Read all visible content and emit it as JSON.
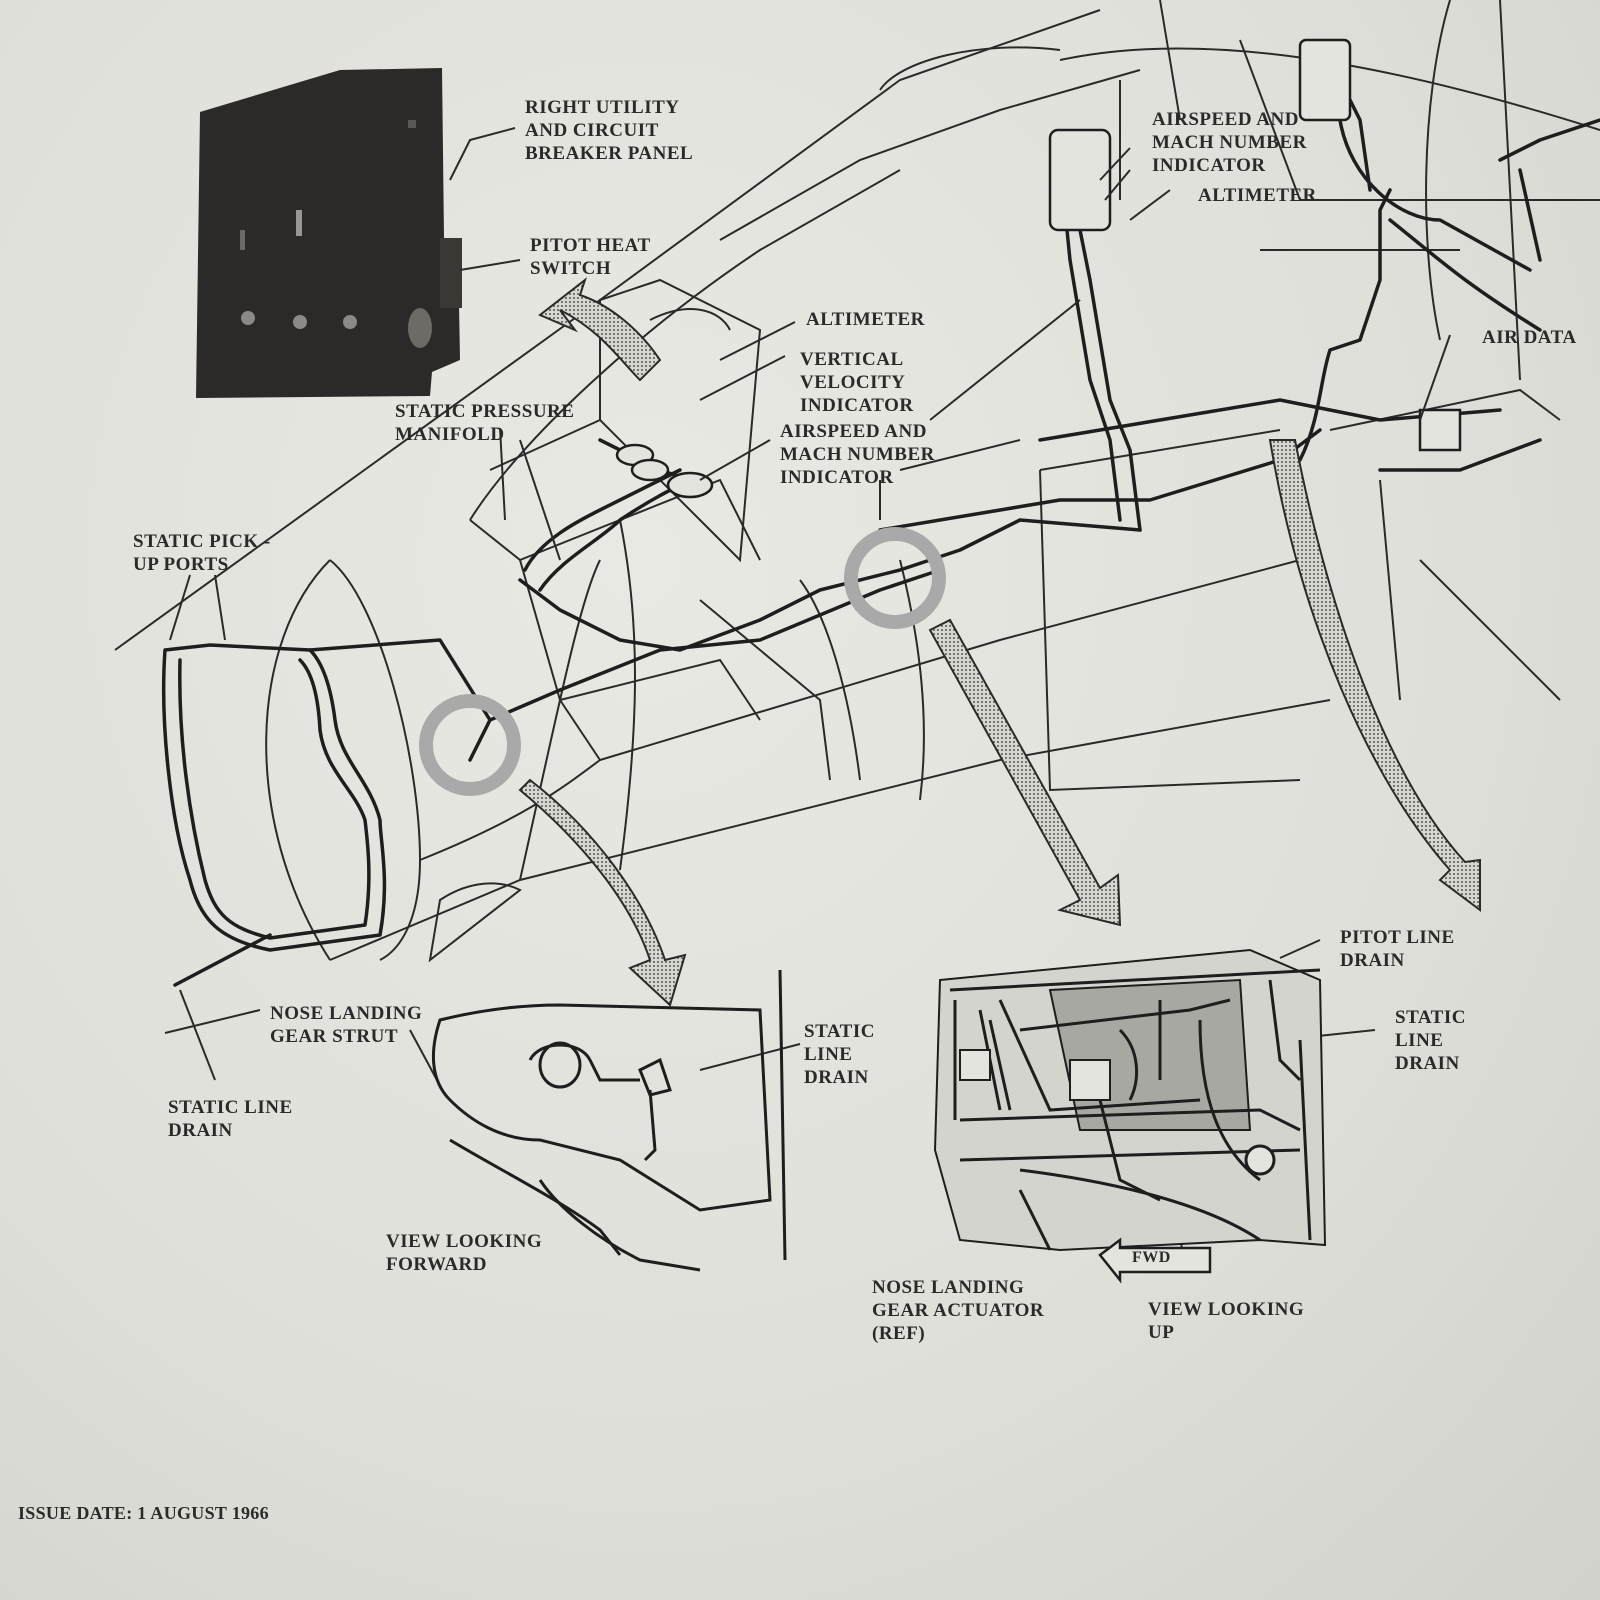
{
  "labels": {
    "right_utility_panel": "RIGHT UTILITY\nAND CIRCUIT\nBREAKER PANEL",
    "pitot_heat_switch": "PITOT HEAT\nSWITCH",
    "airspeed_mach_top": "AIRSPEED AND\nMACH NUMBER\nINDICATOR",
    "altimeter_top": "ALTIMETER",
    "altimeter_mid": "ALTIMETER",
    "vertical_velocity": "VERTICAL\nVELOCITY\nINDICATOR",
    "airspeed_mach_mid": "AIRSPEED AND\nMACH NUMBER\nINDICATOR",
    "air_data": "AIR DATA",
    "static_pressure_manifold": "STATIC PRESSURE\nMANIFOLD",
    "static_pickup_ports": "STATIC PICK -\nUP PORTS",
    "nose_landing_gear_strut": "NOSE LANDING\nGEAR STRUT",
    "static_line_drain_left": "STATIC LINE\nDRAIN",
    "static_line_drain_center": "STATIC\nLINE\nDRAIN",
    "view_looking_forward": "VIEW LOOKING\nFORWARD",
    "pitot_line_drain": "PITOT LINE\nDRAIN",
    "static_line_drain_right": "STATIC\nLINE\nDRAIN",
    "fwd": "FWD",
    "nose_gear_actuator": "NOSE LANDING\nGEAR ACTUATOR\n(REF)",
    "view_looking_up": "VIEW LOOKING\nUP",
    "issue_date": "ISSUE DATE: 1 AUGUST 1966"
  },
  "colors": {
    "paper": "#e4e4df",
    "ink": "#2a2a2a",
    "panel": "#2c2a28",
    "halo": "#a9a9a9"
  }
}
